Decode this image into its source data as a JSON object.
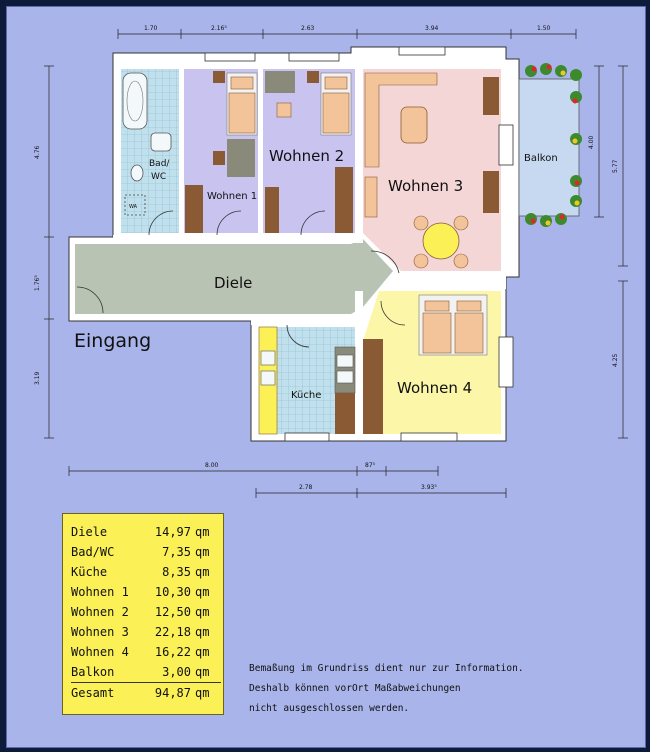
{
  "rooms": {
    "wohnen1": "Wohnen 1",
    "wohnen2": "Wohnen 2",
    "wohnen3": "Wohnen 3",
    "wohnen4": "Wohnen 4",
    "bad": "Bad/\nWC",
    "bad_line1": "Bad/",
    "bad_line2": "WC",
    "diele": "Diele",
    "kueche": "Küche",
    "balkon": "Balkon",
    "eingang": "Eingang",
    "wa": "WA"
  },
  "dimensions": {
    "top": [
      "1.70",
      "2.16⁵",
      "2.63",
      "3.94",
      "1.50"
    ],
    "left": [
      "4.76",
      "1.76⁵",
      "3.19"
    ],
    "right_balkon": "4.00",
    "right_outer": "5.77",
    "right_lower": "4.25",
    "bottom_1": [
      "8.00",
      "87⁵"
    ],
    "bottom_2": [
      "2.78",
      "3.93⁵"
    ]
  },
  "areas": [
    {
      "name": "Diele",
      "value": "14,97",
      "unit": "qm"
    },
    {
      "name": "Bad/WC",
      "value": "7,35",
      "unit": "qm"
    },
    {
      "name": "Küche",
      "value": "8,35",
      "unit": "qm"
    },
    {
      "name": "Wohnen 1",
      "value": "10,30",
      "unit": "qm"
    },
    {
      "name": "Wohnen 2",
      "value": "12,50",
      "unit": "qm"
    },
    {
      "name": "Wohnen 3",
      "value": "22,18",
      "unit": "qm"
    },
    {
      "name": "Wohnen 4",
      "value": "16,22",
      "unit": "qm"
    },
    {
      "name": "Balkon",
      "value": "3,00",
      "unit": "qm"
    }
  ],
  "total": {
    "name": "Gesamt",
    "value": "94,87",
    "unit": "qm"
  },
  "note": [
    "Bemaßung im Grundriss dient nur zur Information.",
    "Deshalb können vorOrt Maßabweichungen",
    "nicht ausgeschlossen werden."
  ],
  "colors": {
    "background": "#a9b4ea",
    "wohnen1": "#c9c3f0",
    "wohnen2": "#c9c3f0",
    "wohnen3": "#f4d6d6",
    "wohnen4": "#fbf6a8",
    "tile": "#bfe0ec",
    "diele": "#b9c3b3",
    "wall": "#ffffff",
    "furniture": "#8a5a34",
    "table": "#fbf157"
  }
}
